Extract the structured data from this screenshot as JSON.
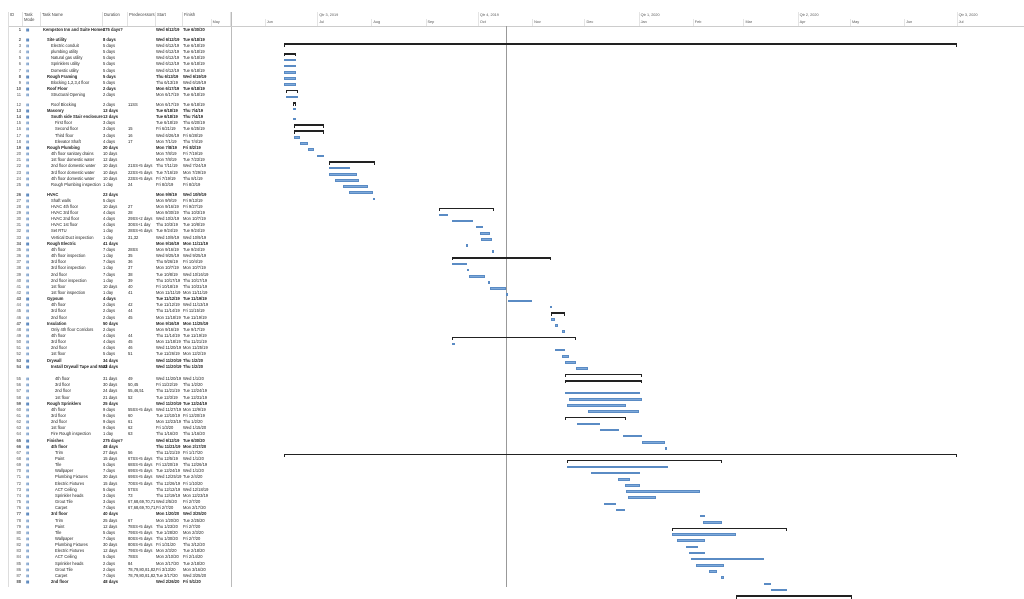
{
  "columns": {
    "id": "ID",
    "mode": "Task Mode",
    "name": "Task Name",
    "duration": "Duration",
    "predecessors": "Predecessors",
    "start": "Start",
    "finish": "Finish"
  },
  "timescale": {
    "quarters": [
      "Qtr 3, 2019",
      "Qtr 4, 2019",
      "Qtr 1, 2020",
      "Qtr 2, 2020",
      "Qtr 3, 2020"
    ],
    "months": [
      "May",
      "Jun",
      "Jul",
      "Aug",
      "Sep",
      "Oct",
      "Nov",
      "Dec",
      "Jan",
      "Feb",
      "Mar",
      "Apr",
      "May",
      "Jun",
      "Jul"
    ],
    "today": "10/17/19"
  },
  "colors": {
    "task_bar": "#7ea9da",
    "summary_bar": "#222222"
  },
  "mode_icon": "auto-schedule-icon",
  "tasks": [
    {
      "id": "1",
      "name": "Kempston Inn and Suite Homes",
      "duration": "275 days?",
      "pred": "",
      "start": "Wed 6/12/19",
      "finish": "Tue 6/30/20",
      "level": 0,
      "summary": true
    },
    {
      "spacer": true
    },
    {
      "id": "2",
      "name": "Site utility",
      "duration": "8 days",
      "pred": "",
      "start": "Wed 6/12/19",
      "finish": "Tue 6/18/19",
      "level": 1,
      "summary": true
    },
    {
      "id": "3",
      "name": "Electric conduit",
      "duration": "5 days",
      "pred": "",
      "start": "Wed 6/12/19",
      "finish": "Tue 6/18/19",
      "level": 2
    },
    {
      "id": "4",
      "name": "plumbing utility",
      "duration": "5 days",
      "pred": "",
      "start": "Wed 6/12/19",
      "finish": "Tue 6/18/19",
      "level": 2
    },
    {
      "id": "5",
      "name": "Natural gas utility",
      "duration": "5 days",
      "pred": "",
      "start": "Wed 6/12/19",
      "finish": "Tue 6/18/19",
      "level": 2
    },
    {
      "id": "6",
      "name": "Sprinklers utility",
      "duration": "5 days",
      "pred": "",
      "start": "Wed 6/12/19",
      "finish": "Tue 6/18/19",
      "level": 2
    },
    {
      "id": "7",
      "name": "Domestic utility",
      "duration": "5 days",
      "pred": "",
      "start": "Wed 6/12/19",
      "finish": "Tue 6/18/19",
      "level": 2
    },
    {
      "id": "8",
      "name": "Rough Framing",
      "duration": "5 days",
      "pred": "",
      "start": "Thu 6/13/19",
      "finish": "Wed 6/19/19",
      "level": 1,
      "summary": true
    },
    {
      "id": "9",
      "name": "Blocking 1,2,3,4 floor",
      "duration": "5 days",
      "pred": "",
      "start": "Thu 6/13/19",
      "finish": "Wed 6/19/19",
      "level": 2
    },
    {
      "id": "10",
      "name": "Roof Floor",
      "duration": "2 days",
      "pred": "",
      "start": "Mon 6/17/19",
      "finish": "Tue 6/18/19",
      "level": 1,
      "summary": true
    },
    {
      "id": "11",
      "name": "Structural Opening",
      "duration": "2 days",
      "pred": "",
      "start": "Mon 6/17/19",
      "finish": "Tue 6/18/19",
      "level": 2
    },
    {
      "spacer": true
    },
    {
      "id": "12",
      "name": "Roof Blocking",
      "duration": "2 days",
      "pred": "11SS",
      "start": "Mon 6/17/19",
      "finish": "Tue 6/18/19",
      "level": 2
    },
    {
      "id": "13",
      "name": "Masonry",
      "duration": "13 days",
      "pred": "",
      "start": "Tue 6/18/19",
      "finish": "Thu 7/4/19",
      "level": 1,
      "summary": true
    },
    {
      "id": "14",
      "name": "South side Stair enclosure",
      "duration": "13 days",
      "pred": "",
      "start": "Tue 6/18/19",
      "finish": "Thu 7/4/19",
      "level": 2,
      "summary": true
    },
    {
      "id": "15",
      "name": "First floor",
      "duration": "3 days",
      "pred": "",
      "start": "Tue 6/18/19",
      "finish": "Thu 6/20/19",
      "level": 3
    },
    {
      "id": "16",
      "name": "Second floor",
      "duration": "3 days",
      "pred": "15",
      "start": "Fri 6/21/19",
      "finish": "Tue 6/25/19",
      "level": 3
    },
    {
      "id": "17",
      "name": "Third floor",
      "duration": "3 days",
      "pred": "16",
      "start": "Wed 6/26/19",
      "finish": "Fri 6/28/19",
      "level": 3
    },
    {
      "id": "18",
      "name": "Elevator Shaft",
      "duration": "4 days",
      "pred": "17",
      "start": "Mon 7/1/19",
      "finish": "Thu 7/4/19",
      "level": 3
    },
    {
      "id": "19",
      "name": "Rough Plumbing",
      "duration": "20 days",
      "pred": "",
      "start": "Mon 7/8/19",
      "finish": "Fri 8/2/19",
      "level": 1,
      "summary": true
    },
    {
      "id": "20",
      "name": "4th floor sanitary drains",
      "duration": "10 days",
      "pred": "",
      "start": "Mon 7/8/19",
      "finish": "Fri 7/19/19",
      "level": 2
    },
    {
      "id": "21",
      "name": "1st floor domestic water",
      "duration": "12 days",
      "pred": "",
      "start": "Mon 7/8/19",
      "finish": "Tue 7/23/19",
      "level": 2
    },
    {
      "id": "22",
      "name": "2nd floor domestic water",
      "duration": "10 days",
      "pred": "21SS+5 days",
      "start": "Thu 7/11/19",
      "finish": "Wed 7/24/19",
      "level": 2
    },
    {
      "id": "23",
      "name": "3rd floor domestic water",
      "duration": "10 days",
      "pred": "22SS+5 days",
      "start": "Tue 7/16/19",
      "finish": "Mon 7/29/19",
      "level": 2
    },
    {
      "id": "24",
      "name": "4th floor domestic water",
      "duration": "10 days",
      "pred": "23SS+5 days",
      "start": "Fri 7/19/19",
      "finish": "Thu 8/1/19",
      "level": 2
    },
    {
      "id": "25",
      "name": "Rough Plumbing inspection",
      "duration": "1 day",
      "pred": "24",
      "start": "Fri 8/2/19",
      "finish": "Fri 8/2/19",
      "level": 2
    },
    {
      "spacer": true
    },
    {
      "id": "26",
      "name": "HVAC",
      "duration": "23 days",
      "pred": "",
      "start": "Mon 9/9/19",
      "finish": "Wed 10/9/19",
      "level": 1,
      "summary": true
    },
    {
      "id": "27",
      "name": "Shaft walls",
      "duration": "5 days",
      "pred": "",
      "start": "Mon 9/9/19",
      "finish": "Fri 9/13/19",
      "level": 2
    },
    {
      "id": "28",
      "name": "HVAC 4th floor",
      "duration": "10 days",
      "pred": "27",
      "start": "Mon 9/16/19",
      "finish": "Fri 9/27/19",
      "level": 2
    },
    {
      "id": "29",
      "name": "HVAC 3rd floor",
      "duration": "4 days",
      "pred": "28",
      "start": "Mon 9/30/19",
      "finish": "Thu 10/3/19",
      "level": 2
    },
    {
      "id": "30",
      "name": "HVAC 2nd floor",
      "duration": "4 days",
      "pred": "29SS+2 days",
      "start": "Wed 10/2/19",
      "finish": "Mon 10/7/19",
      "level": 2
    },
    {
      "id": "31",
      "name": "HVAC 1st floor",
      "duration": "4 days",
      "pred": "30SS+1 day",
      "start": "Thu 10/3/19",
      "finish": "Tue 10/8/19",
      "level": 2
    },
    {
      "id": "32",
      "name": "Set RTU",
      "duration": "1 day",
      "pred": "28SS+6 days",
      "start": "Tue 9/24/19",
      "finish": "Tue 9/24/19",
      "level": 2
    },
    {
      "id": "33",
      "name": "Vertical Duct inspection",
      "duration": "1 day",
      "pred": "31,32",
      "start": "Wed 10/9/19",
      "finish": "Wed 10/9/19",
      "level": 2
    },
    {
      "id": "34",
      "name": "Rough Electric",
      "duration": "41 days",
      "pred": "",
      "start": "Mon 9/16/19",
      "finish": "Mon 11/11/19",
      "level": 1,
      "summary": true
    },
    {
      "id": "35",
      "name": "4th floor",
      "duration": "7 days",
      "pred": "28SS",
      "start": "Mon 9/16/19",
      "finish": "Tue 9/24/19",
      "level": 2
    },
    {
      "id": "36",
      "name": "4th floor inspection",
      "duration": "1 day",
      "pred": "35",
      "start": "Wed 9/25/19",
      "finish": "Wed 9/25/19",
      "level": 2
    },
    {
      "id": "37",
      "name": "3rd floor",
      "duration": "7 days",
      "pred": "36",
      "start": "Thu 9/26/19",
      "finish": "Fri 10/4/19",
      "level": 2
    },
    {
      "id": "38",
      "name": "3rd floor inspection",
      "duration": "1 day",
      "pred": "37",
      "start": "Mon 10/7/19",
      "finish": "Mon 10/7/19",
      "level": 2
    },
    {
      "id": "39",
      "name": "2nd floor",
      "duration": "7 days",
      "pred": "38",
      "start": "Tue 10/8/19",
      "finish": "Wed 10/16/19",
      "level": 2
    },
    {
      "id": "40",
      "name": "2nd floor inspection",
      "duration": "1 day",
      "pred": "39",
      "start": "Thu 10/17/19",
      "finish": "Thu 10/17/19",
      "level": 2
    },
    {
      "id": "41",
      "name": "1st floor",
      "duration": "10 days",
      "pred": "40",
      "start": "Fri 10/18/19",
      "finish": "Thu 10/31/19",
      "level": 2
    },
    {
      "id": "42",
      "name": "1st floor inspection",
      "duration": "1 day",
      "pred": "41",
      "start": "Mon 11/11/19",
      "finish": "Mon 11/11/19",
      "level": 2
    },
    {
      "id": "43",
      "name": "Gypsum",
      "duration": "4 days",
      "pred": "",
      "start": "Tue 11/12/19",
      "finish": "Tue 11/19/19",
      "level": 1,
      "summary": true
    },
    {
      "id": "44",
      "name": "4th floor",
      "duration": "2 days",
      "pred": "42",
      "start": "Tue 11/12/19",
      "finish": "Wed 11/13/19",
      "level": 2
    },
    {
      "id": "45",
      "name": "3rd floor",
      "duration": "2 days",
      "pred": "44",
      "start": "Thu 11/14/19",
      "finish": "Fri 11/15/19",
      "level": 2
    },
    {
      "id": "46",
      "name": "2nd floor",
      "duration": "2 days",
      "pred": "45",
      "start": "Mon 11/18/19",
      "finish": "Tue 11/19/19",
      "level": 2
    },
    {
      "id": "47",
      "name": "Insulation",
      "duration": "50 days",
      "pred": "",
      "start": "Mon 9/16/19",
      "finish": "Mon 11/25/19",
      "level": 1,
      "summary": true
    },
    {
      "id": "48",
      "name": "Only 4th floor Corridors",
      "duration": "2 days",
      "pred": "",
      "start": "Mon 9/16/19",
      "finish": "Tue 9/17/19",
      "level": 2
    },
    {
      "id": "49",
      "name": "4th floor",
      "duration": "4 days",
      "pred": "44",
      "start": "Thu 11/14/19",
      "finish": "Tue 11/19/19",
      "level": 2
    },
    {
      "id": "50",
      "name": "3rd floor",
      "duration": "4 days",
      "pred": "45",
      "start": "Mon 11/18/19",
      "finish": "Thu 11/21/19",
      "level": 2
    },
    {
      "id": "51",
      "name": "2nd floor",
      "duration": "4 days",
      "pred": "46",
      "start": "Wed 11/20/19",
      "finish": "Mon 11/25/19",
      "level": 2
    },
    {
      "id": "52",
      "name": "1st floor",
      "duration": "5 days",
      "pred": "51",
      "start": "Tue 11/26/19",
      "finish": "Mon 12/2/19",
      "level": 2
    },
    {
      "id": "53",
      "name": "Drywall",
      "duration": "34 days",
      "pred": "",
      "start": "Wed 11/20/19",
      "finish": "Thu 1/2/20",
      "level": 1,
      "summary": true
    },
    {
      "id": "54",
      "name": "Install Drywall Tape and Mud",
      "duration": "33 days",
      "pred": "",
      "start": "Wed 11/20/19",
      "finish": "Thu 1/2/20",
      "level": 2,
      "summary": true,
      "wrap": true
    },
    {
      "id": "55",
      "name": "4th floor",
      "duration": "31 days",
      "pred": "49",
      "start": "Wed 11/20/19",
      "finish": "Wed 1/1/20",
      "level": 3
    },
    {
      "id": "56",
      "name": "3rd floor",
      "duration": "30 days",
      "pred": "50,45",
      "start": "Fri 11/22/19",
      "finish": "Thu 1/2/20",
      "level": 3
    },
    {
      "id": "57",
      "name": "2nd floor",
      "duration": "24 days",
      "pred": "55,46,51",
      "start": "Thu 11/21/19",
      "finish": "Tue 12/24/19",
      "level": 3
    },
    {
      "id": "58",
      "name": "1st floor",
      "duration": "21 days",
      "pred": "52",
      "start": "Tue 12/3/19",
      "finish": "Tue 12/31/19",
      "level": 3
    },
    {
      "id": "59",
      "name": "Rough Sprinklers",
      "duration": "25 days",
      "pred": "",
      "start": "Wed 11/20/19",
      "finish": "Tue 12/24/19",
      "level": 1,
      "summary": true
    },
    {
      "id": "60",
      "name": "4th floor",
      "duration": "9 days",
      "pred": "55SS+5 days",
      "start": "Wed 11/27/19",
      "finish": "Mon 12/9/19",
      "level": 2
    },
    {
      "id": "61",
      "name": "3rd floor",
      "duration": "9 days",
      "pred": "60",
      "start": "Tue 12/10/19",
      "finish": "Fri 12/20/19",
      "level": 2
    },
    {
      "id": "62",
      "name": "2nd floor",
      "duration": "9 days",
      "pred": "61",
      "start": "Mon 12/23/19",
      "finish": "Thu 1/2/20",
      "level": 2
    },
    {
      "id": "63",
      "name": "1st floor",
      "duration": "9 days",
      "pred": "62",
      "start": "Fri 1/3/20",
      "finish": "Wed 1/15/20",
      "level": 2
    },
    {
      "id": "64",
      "name": "Fire Rough inspection",
      "duration": "1 day",
      "pred": "63",
      "start": "Thu 1/16/20",
      "finish": "Thu 1/16/20",
      "level": 2
    },
    {
      "id": "65",
      "name": "Finishes",
      "duration": "275 days?",
      "pred": "",
      "start": "Wed 6/12/19",
      "finish": "Tue 6/30/20",
      "level": 1,
      "summary": true
    },
    {
      "id": "66",
      "name": "4th floor",
      "duration": "48 days",
      "pred": "",
      "start": "Thu 11/21/19",
      "finish": "Mon 2/17/20",
      "level": 2,
      "summary": true
    },
    {
      "id": "67",
      "name": "Trim",
      "duration": "27 days",
      "pred": "56",
      "start": "Thu 11/21/19",
      "finish": "Fri 1/17/20",
      "level": 3
    },
    {
      "id": "68",
      "name": "Paint",
      "duration": "15 days",
      "pred": "67SS+5 days",
      "start": "Thu 12/5/19",
      "finish": "Wed 1/1/20",
      "level": 3
    },
    {
      "id": "69",
      "name": "Tile",
      "duration": "5 days",
      "pred": "68SS+5 days",
      "start": "Fri 12/20/19",
      "finish": "Thu 12/26/19",
      "level": 3
    },
    {
      "id": "70",
      "name": "Wallpaper",
      "duration": "7 days",
      "pred": "69SS+5 days",
      "start": "Tue 12/24/19",
      "finish": "Wed 1/1/20",
      "level": 3
    },
    {
      "id": "71",
      "name": "Plumbing Fixtures",
      "duration": "30 days",
      "pred": "69SS+5 days",
      "start": "Wed 12/25/19",
      "finish": "Tue 2/4/20",
      "level": 3
    },
    {
      "id": "72",
      "name": "Electric Fixtures",
      "duration": "15 days",
      "pred": "70SS+5 days",
      "start": "Thu 12/26/19",
      "finish": "Fri 1/10/20",
      "level": 3
    },
    {
      "id": "73",
      "name": "ACT Ceiling",
      "duration": "5 days",
      "pred": "57SS",
      "start": "Thu 12/12/19",
      "finish": "Wed 12/18/19",
      "level": 3
    },
    {
      "id": "74",
      "name": "Sprinkler heads",
      "duration": "3 days",
      "pred": "73",
      "start": "Thu 12/19/19",
      "finish": "Mon 12/23/19",
      "level": 3
    },
    {
      "id": "75",
      "name": "Grout Tile",
      "duration": "3 days",
      "pred": "67,68,69,70,71",
      "start": "Wed 2/5/20",
      "finish": "Fri 2/7/20",
      "level": 3
    },
    {
      "id": "76",
      "name": "Carpet",
      "duration": "7 days",
      "pred": "67,68,69,70,71,75",
      "start": "Fri 2/7/20",
      "finish": "Mon 2/17/20",
      "level": 3
    },
    {
      "id": "77",
      "name": "3rd floor",
      "duration": "40 days",
      "pred": "",
      "start": "Mon 1/20/20",
      "finish": "Wed 3/25/20",
      "level": 2,
      "summary": true
    },
    {
      "id": "78",
      "name": "Trim",
      "duration": "25 days",
      "pred": "67",
      "start": "Mon 1/20/20",
      "finish": "Tue 2/25/20",
      "level": 3
    },
    {
      "id": "79",
      "name": "Paint",
      "duration": "12 days",
      "pred": "78SS+5 days",
      "start": "Thu 1/23/20",
      "finish": "Fri 2/7/20",
      "level": 3
    },
    {
      "id": "80",
      "name": "Tile",
      "duration": "5 days",
      "pred": "79SS+5 days",
      "start": "Tue 1/28/20",
      "finish": "Mon 2/3/20",
      "level": 3
    },
    {
      "id": "81",
      "name": "Wallpaper",
      "duration": "7 days",
      "pred": "80SS+5 days",
      "start": "Thu 1/30/20",
      "finish": "Fri 2/7/20",
      "level": 3
    },
    {
      "id": "82",
      "name": "Plumbing Fixtures",
      "duration": "30 days",
      "pred": "80SS+5 days",
      "start": "Fri 1/31/20",
      "finish": "Thu 3/12/20",
      "level": 3
    },
    {
      "id": "83",
      "name": "Electric Fixtures",
      "duration": "12 days",
      "pred": "79SS+5 days",
      "start": "Mon 2/3/20",
      "finish": "Tue 2/18/20",
      "level": 3
    },
    {
      "id": "84",
      "name": "ACT Ceiling",
      "duration": "5 days",
      "pred": "78SS",
      "start": "Mon 2/10/20",
      "finish": "Fri 2/14/20",
      "level": 3
    },
    {
      "id": "85",
      "name": "Sprinkler heads",
      "duration": "2 days",
      "pred": "84",
      "start": "Mon 2/17/20",
      "finish": "Tue 2/18/20",
      "level": 3
    },
    {
      "id": "86",
      "name": "Grout Tile",
      "duration": "2 days",
      "pred": "78,79,80,81,82,75",
      "start": "Fri 3/13/20",
      "finish": "Mon 3/16/20",
      "level": 3
    },
    {
      "id": "87",
      "name": "Carpet",
      "duration": "7 days",
      "pred": "78,79,80,81,82,86",
      "start": "Tue 3/17/20",
      "finish": "Wed 3/25/20",
      "level": 3
    },
    {
      "id": "88",
      "name": "2nd floor",
      "duration": "48 days",
      "pred": "",
      "start": "Wed 2/26/20",
      "finish": "Fri 5/1/20",
      "level": 2,
      "summary": true
    }
  ]
}
